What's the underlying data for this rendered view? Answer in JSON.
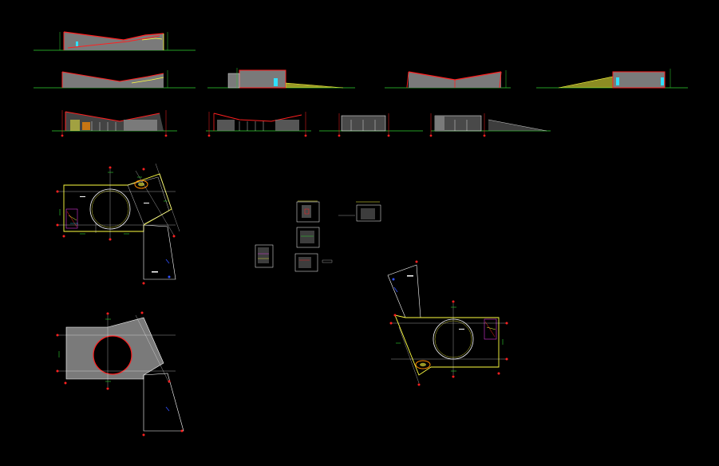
{
  "colors": {
    "background": "#000000",
    "red": "#ff2020",
    "yellow": "#ffff40",
    "green": "#2fd32f",
    "cyan": "#30e0ff",
    "white": "#ffffff",
    "blue": "#3050ff",
    "gray_fill": "#7a7a7a",
    "orange": "#ff8a00",
    "magenta": "#ff40ff"
  },
  "drawing": {
    "type": "cad-model-space",
    "views": [
      "elevation",
      "elevation",
      "elevation",
      "elevation",
      "elevation",
      "section",
      "section",
      "section",
      "section",
      "floor-plan",
      "roof-plan",
      "detail-sheets",
      "floor-plan-mirrored"
    ]
  }
}
